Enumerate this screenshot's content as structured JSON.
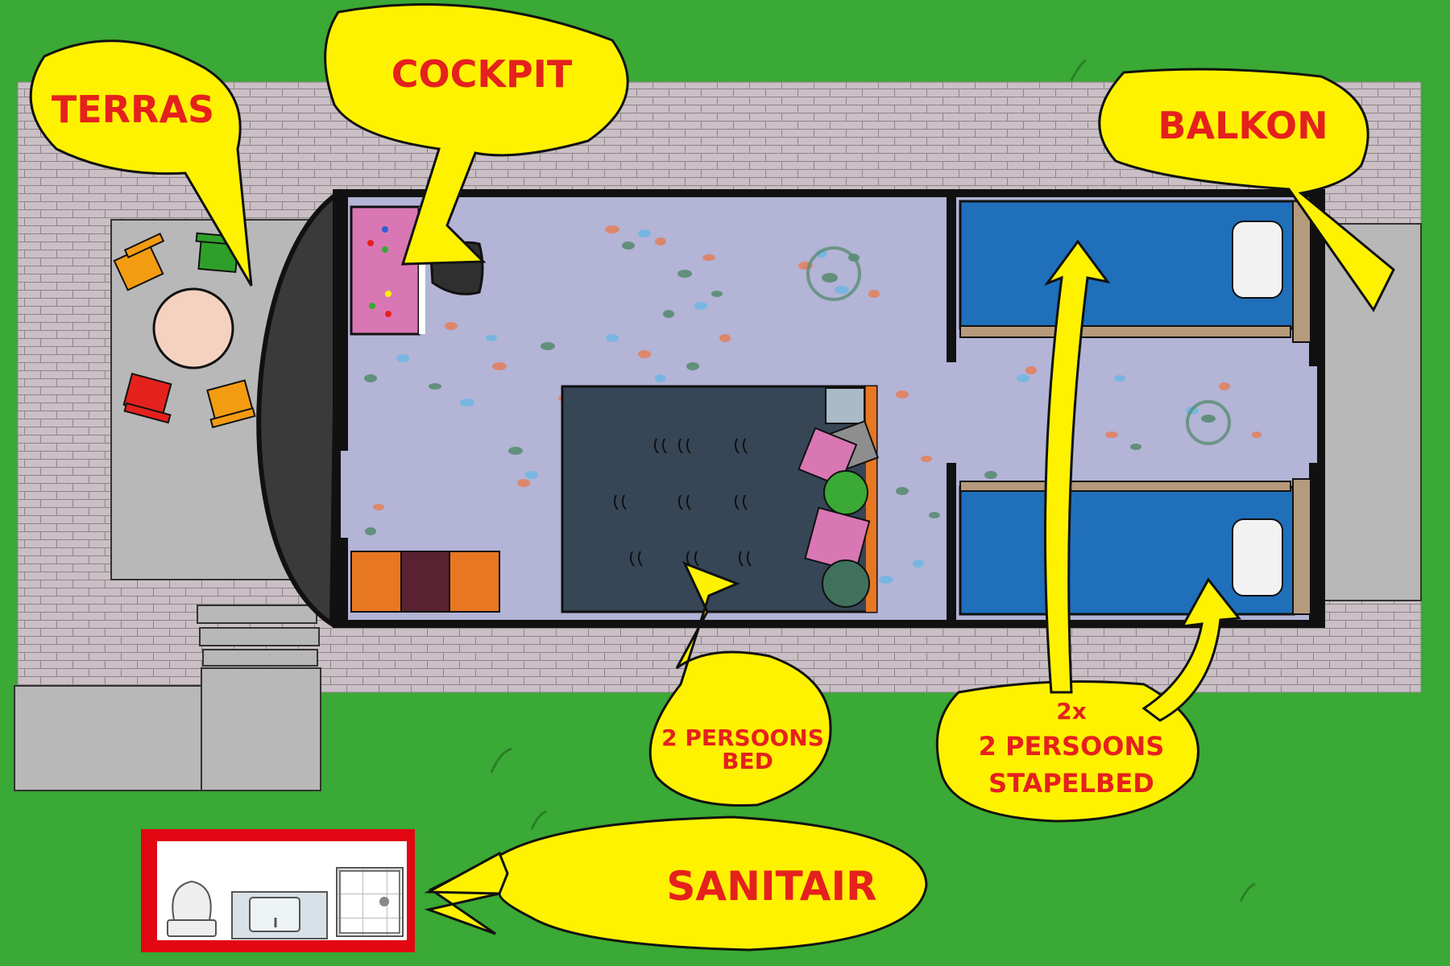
{
  "labels": {
    "terras": "TERRAS",
    "cockpit": "COCKPIT",
    "balkon": "BALKON",
    "bed_line1": "2 PERSOONS",
    "bed_line2": "BED",
    "bunk_line1": "2x",
    "bunk_line2": "2 PERSOONS",
    "bunk_line3": "STAPELBED",
    "sanitair": "SANITAIR"
  },
  "colors": {
    "grass": "#3aa935",
    "brick": "#c9bfc4",
    "deck": "#b8b8b8",
    "floor": "#b3b4d6",
    "hull": "#111111",
    "bunk": "#1f6fbb",
    "bed": "#364656",
    "bubble": "#fff200",
    "label": "#e5211d",
    "sanitair_frame": "#e30613"
  }
}
